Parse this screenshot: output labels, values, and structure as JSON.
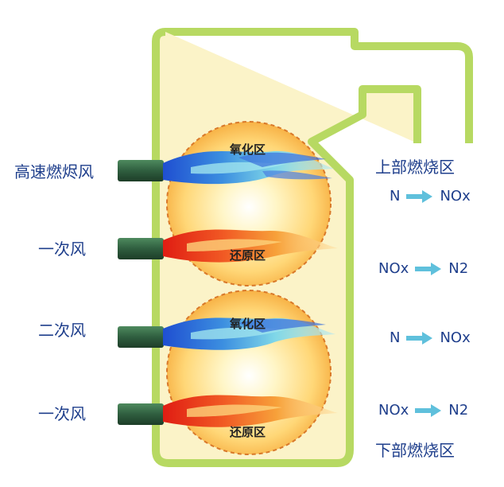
{
  "colors": {
    "furnace_outline": "#b7d962",
    "furnace_fill": "#fbf3c8",
    "ball_core": "#fffdf0",
    "ball_edge": "#f6b73c",
    "ball_dash": "#d9792a",
    "nozzle": "#2f5e3f",
    "text": "#1f3f8c",
    "arrow": "#5fc0dc",
    "flame_blue": "#2a5fd6",
    "flame_cyan": "#7fd7e8",
    "flame_red": "#e23a1c",
    "flame_orange": "#f7a13a"
  },
  "left_labels": {
    "high_speed_air": "高速燃烬风",
    "primary_air_1": "一次风",
    "secondary_air": "二次风",
    "primary_air_2": "一次风"
  },
  "zones": {
    "oxidation_upper": "氧化区",
    "reduction_upper": "还原区",
    "oxidation_lower": "氧化区",
    "reduction_lower": "还原区"
  },
  "right": {
    "upper_title": "上部燃烧区",
    "lower_title": "下部燃烧区",
    "reactions": [
      {
        "from": "N",
        "to": "NOx"
      },
      {
        "from": "NOx",
        "to": "N2"
      },
      {
        "from": "N",
        "to": "NOx"
      },
      {
        "from": "NOx",
        "to": "N2"
      }
    ]
  }
}
